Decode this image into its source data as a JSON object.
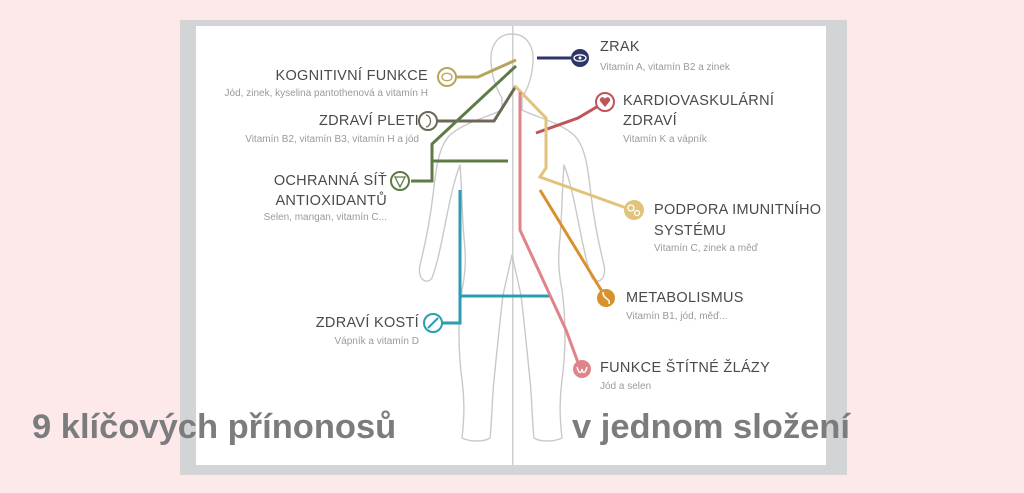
{
  "colors": {
    "background": "#fde9ea",
    "book": "#d3d4d6",
    "label_text": "#4a4a4a",
    "sub_text": "#9a9a9a",
    "headline": "#7b7c7e",
    "cognitive": "#b9a55a",
    "skin": "#6e6656",
    "antioxidant": "#5e7b45",
    "bone": "#2a9db0",
    "vision": "#2e3568",
    "cardio": "#bf5559",
    "immune": "#e2c37a",
    "metabolism": "#d7922f",
    "thyroid": "#e0848c"
  },
  "benefits": {
    "cognitive": {
      "title": "KOGNITIVNÍ FUNKCE",
      "sub": "Jód, zinek, kyselina pantothenová a vitamín H",
      "icon": "brain-icon"
    },
    "skin": {
      "title": "ZDRAVÍ PLETI",
      "sub": "Vitamín B2, vitamín B3, vitamín H a jód",
      "icon": "face-icon"
    },
    "antioxidant": {
      "title_line1": "OCHRANNÁ SÍŤ",
      "title_line2": "ANTIOXIDANTŮ",
      "sub": "Selen, mangan, vitamín C...",
      "icon": "shield-icon"
    },
    "bone": {
      "title": "ZDRAVÍ KOSTÍ",
      "sub": "Vápník a vitamín D",
      "icon": "bone-icon"
    },
    "vision": {
      "title": "ZRAK",
      "sub": "Vitamín A, vitamín B2 a zinek",
      "icon": "eye-icon"
    },
    "cardio": {
      "title_line1": "KARDIOVASKULÁRNÍ",
      "title_line2": "ZDRAVÍ",
      "sub": "Vitamín K a vápník",
      "icon": "heart-icon"
    },
    "immune": {
      "title_line1": "PODPORA IMUNITNÍHO",
      "title_line2": "SYSTÉMU",
      "sub": "Vitamín C, zinek a měď",
      "icon": "immune-cells-icon"
    },
    "metabolism": {
      "title": "METABOLISMUS",
      "sub": "Vitamín B1, jód, měď...",
      "icon": "stomach-icon"
    },
    "thyroid": {
      "title": "FUNKCE ŠTÍTNÉ ŽLÁZY",
      "sub": "Jód a selen",
      "icon": "thyroid-icon"
    }
  },
  "headline": {
    "left": "9 klíčových přínonosů",
    "right": "v jednom složení"
  }
}
